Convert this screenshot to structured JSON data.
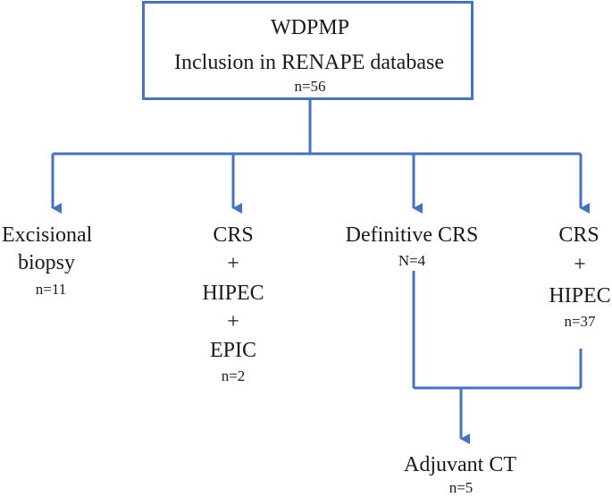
{
  "root": {
    "title": "WDPMP",
    "subtitle": "Inclusion in RENAPE database",
    "count": "n=56"
  },
  "branches": [
    {
      "lines": [
        "Excisional",
        "biopsy"
      ],
      "count": "n=11"
    },
    {
      "lines": [
        "CRS",
        "+",
        "HIPEC",
        "+",
        "EPIC"
      ],
      "count": "n=2"
    },
    {
      "lines": [
        "Definitive CRS"
      ],
      "count": "N=4"
    },
    {
      "lines": [
        "CRS",
        "+",
        "HIPEC"
      ],
      "count": "n=37"
    }
  ],
  "merged": {
    "label": "Adjuvant CT",
    "count": "n=5"
  },
  "colors": {
    "connector": "#4472c4",
    "text": "#1a1a1a"
  }
}
